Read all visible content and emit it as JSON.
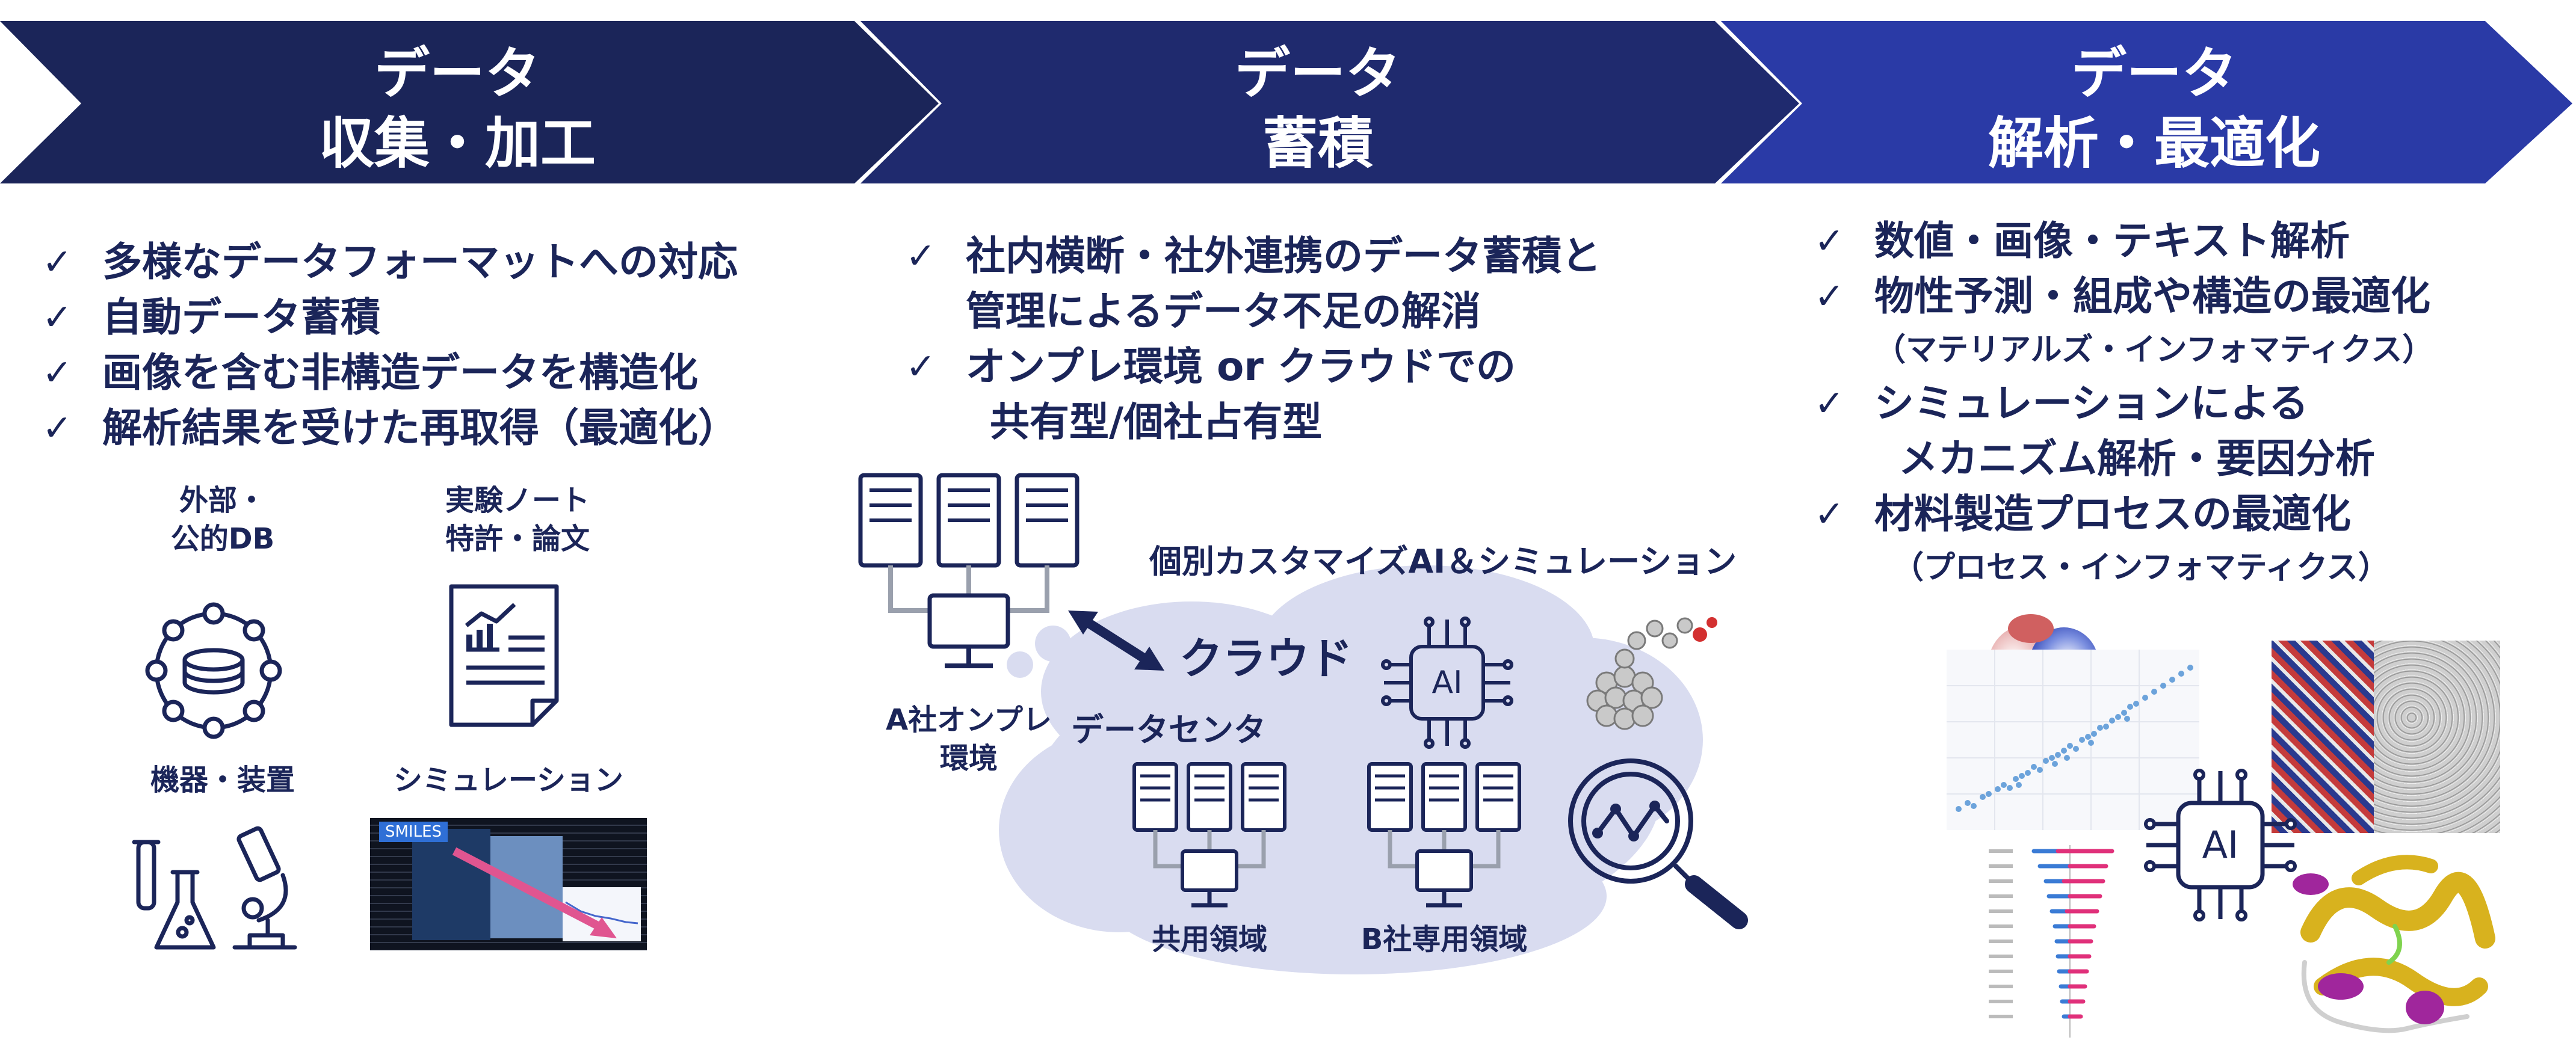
{
  "stages": [
    {
      "line1": "データ",
      "line2": "収集・加工"
    },
    {
      "line1": "データ",
      "line2": "蓄積"
    },
    {
      "line1": "データ",
      "line2": "解析・最適化"
    }
  ],
  "column1": {
    "items": [
      "多様なデータフォーマットへの対応",
      "自動データ蓄積",
      "画像を含む非構造データを構造化",
      "解析結果を受けた再取得（最適化）"
    ],
    "labels": {
      "external_db_1": "外部・",
      "external_db_2": "公的DB",
      "notes_1": "実験ノート",
      "notes_2": "特許・論文",
      "devices": "機器・装置",
      "simulation": "シミュレーション"
    },
    "terminal_tag": "SMILES"
  },
  "column2": {
    "items": [
      "社内横断・社外連携のデータ蓄積と",
      "管理によるデータ不足の解消",
      "オンプレ環境 or クラウドでの",
      "共有型/個社占有型"
    ],
    "labels": {
      "custom_ai_sim": "個別カスタマイズAI＆シミュレーション",
      "cloud": "クラウド",
      "ai": "AI",
      "onprem_1": "A社オンプレ",
      "onprem_2": "環境",
      "datacenter": "データセンタ",
      "shared_area": "共用領域",
      "private_area": "B社専用領域"
    }
  },
  "column3": {
    "items": [
      "数値・画像・テキスト解析",
      "物性予測・組成や構造の最適化",
      "シミュレーションによる",
      "メカニズム解析・要因分析",
      "材料製造プロセスの最適化"
    ],
    "subs": [
      "（マテリアルズ・インフォマティクス）",
      "（プロセス・インフォマティクス）"
    ],
    "labels": {
      "ai": "AI"
    }
  },
  "colors": {
    "arrow1": "#1b2559",
    "arrow2": "#1f2a6e",
    "arrow3": "#2a3aa6",
    "text": "#1b2559",
    "cloud": "#d9dcf0"
  }
}
